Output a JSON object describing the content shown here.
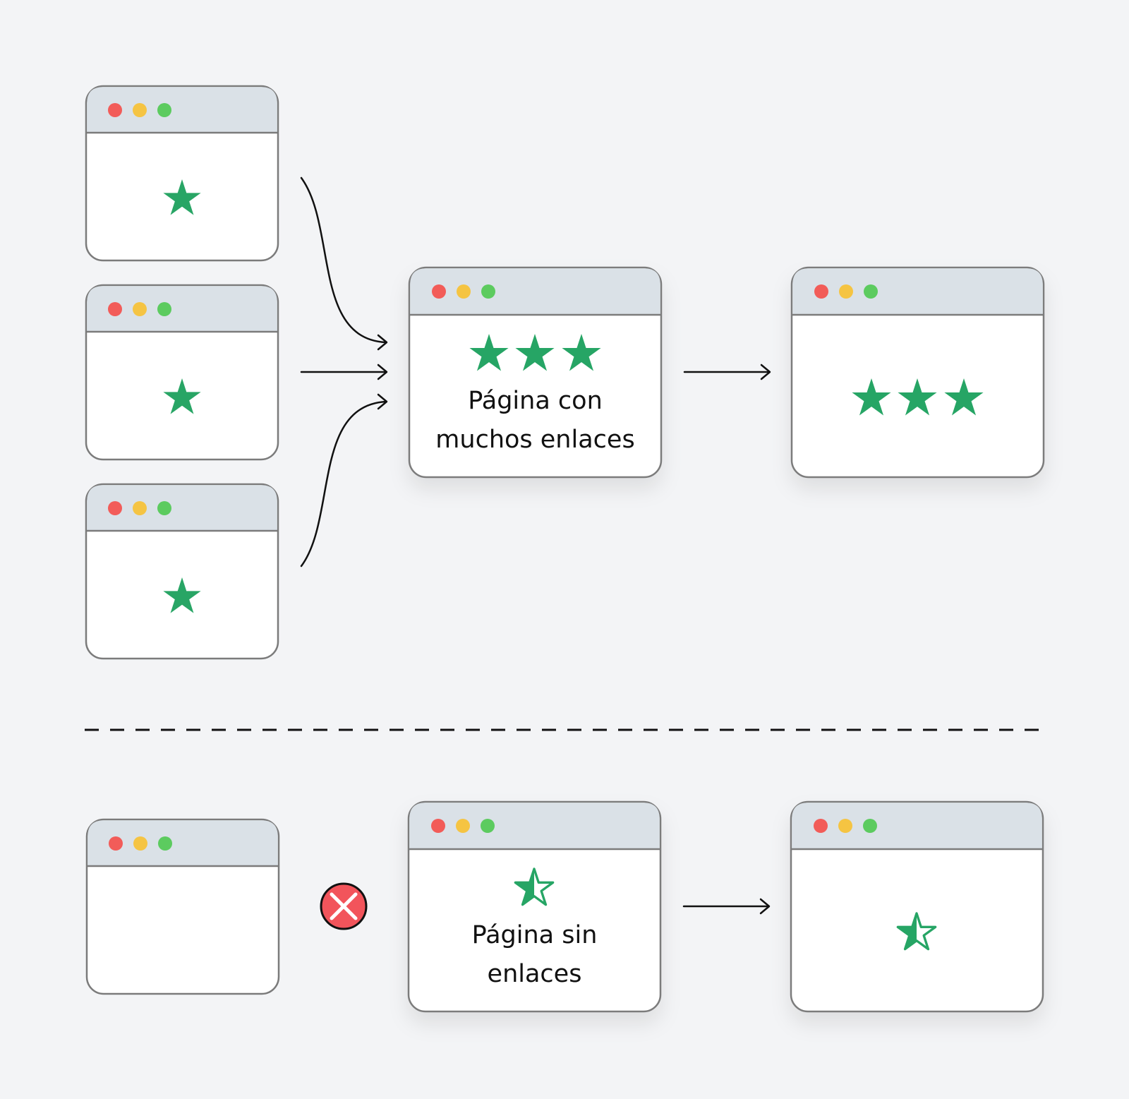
{
  "colors": {
    "background": "#f3f4f6",
    "window_fill": "#ffffff",
    "titlebar_fill": "#dae1e7",
    "window_border": "#7b7b7b",
    "dot_red": "#f25c59",
    "dot_yellow": "#f5c443",
    "dot_green": "#5ccb5f",
    "star_green": "#28a565",
    "connector": "#111111",
    "no_link_badge": "#f2545b"
  },
  "top_row": {
    "hub_page": {
      "label": "Página con muchos enlaces",
      "stars": 3
    },
    "result_page": {
      "stars": 3
    },
    "source_pages": [
      {
        "stars": 1
      },
      {
        "stars": 1
      },
      {
        "stars": 1
      }
    ]
  },
  "bottom_row": {
    "source_page": {
      "stars": 0
    },
    "no_link_icon": "close-icon",
    "isolated_page": {
      "label": "Página sin enlaces",
      "stars": 0.5
    },
    "result_page": {
      "stars": 0.5
    }
  }
}
